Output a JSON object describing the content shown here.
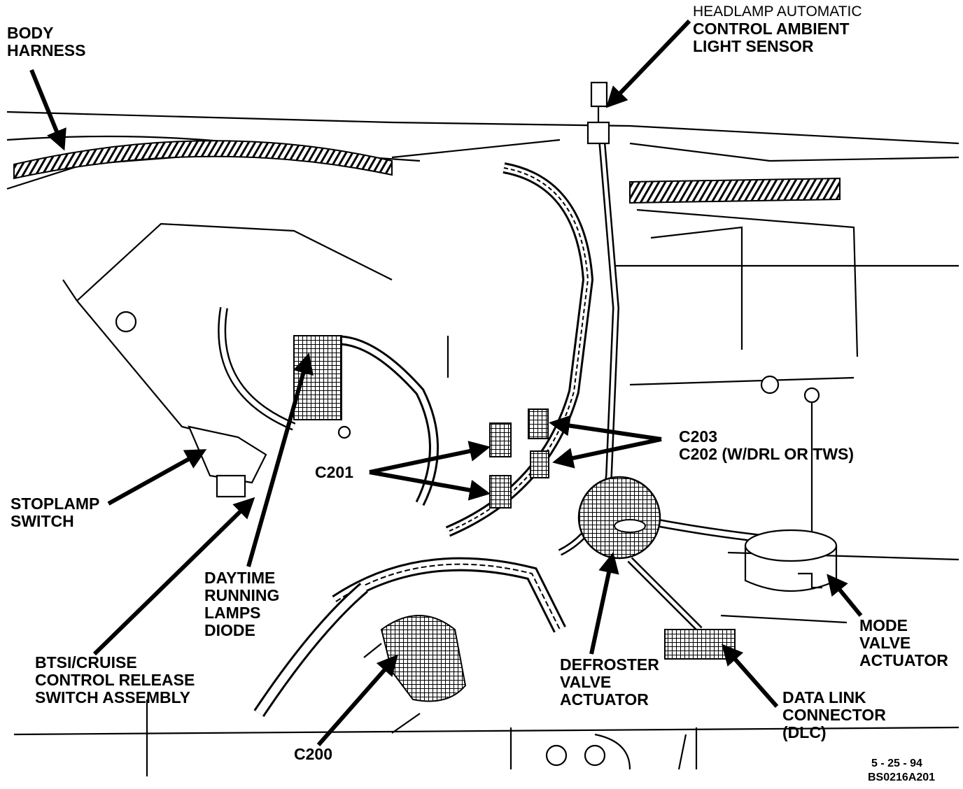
{
  "labels": {
    "body_harness": [
      "BODY",
      "HARNESS"
    ],
    "ambient_sensor": [
      "HEADLAMP AUTOMATIC",
      "CONTROL AMBIENT",
      "LIGHT SENSOR"
    ],
    "c203": "C203",
    "c202": "C202 (W/DRL OR TWS)",
    "c201": "C201",
    "stoplamp_switch": [
      "STOPLAMP",
      "SWITCH"
    ],
    "drl_diode": [
      "DAYTIME",
      "RUNNING",
      "LAMPS",
      "DIODE"
    ],
    "btsi_switch": [
      "BTSI/CRUISE",
      "CONTROL RELEASE",
      "SWITCH ASSEMBLY"
    ],
    "mode_valve": [
      "MODE",
      "VALVE",
      "ACTUATOR"
    ],
    "defroster_valve": [
      "DEFROSTER",
      "VALVE",
      "ACTUATOR"
    ],
    "dlc": [
      "DATA LINK",
      "CONNECTOR",
      "(DLC)"
    ],
    "c200": "C200"
  },
  "figure": {
    "date": "5 - 25 - 94",
    "code": "BS0216A201"
  }
}
